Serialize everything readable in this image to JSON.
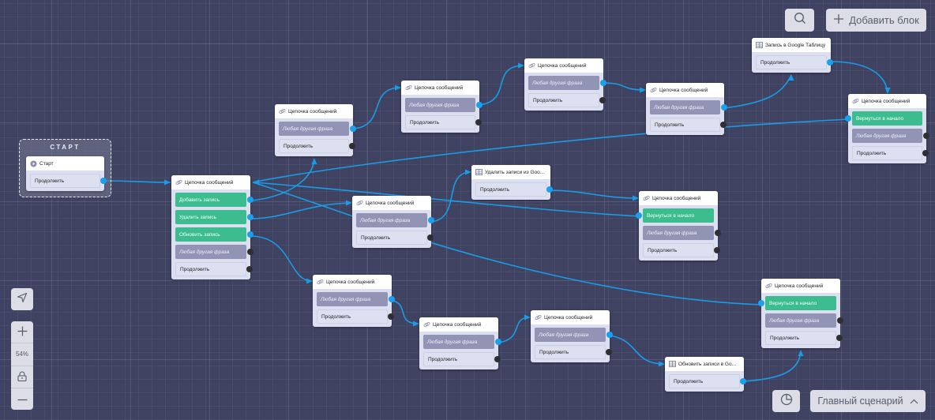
{
  "canvas": {
    "start_group": {
      "title": "СТАРТ",
      "node": {
        "title": "Старт",
        "icon": "play-icon",
        "buttons": [
          {
            "label": "Продолжить",
            "style": "plain",
            "connected": true
          }
        ]
      }
    },
    "nodes": [
      {
        "id": "main",
        "title": "Цепочка сообщений",
        "icon": "link-icon",
        "buttons": [
          {
            "label": "Добавить запись",
            "style": "green",
            "connected": true
          },
          {
            "label": "Удалить запись",
            "style": "green",
            "connected": true
          },
          {
            "label": "Обновить запись",
            "style": "green",
            "connected": true
          },
          {
            "label": "Любая другая фраза",
            "style": "gray",
            "connected": false
          },
          {
            "label": "Продолжить",
            "style": "plain",
            "connected": false
          }
        ]
      },
      {
        "id": "a1",
        "title": "Цепочка сообщений",
        "icon": "link-icon",
        "buttons": [
          {
            "label": "Любая другая фраза",
            "style": "gray",
            "connected": true
          },
          {
            "label": "Продолжить",
            "style": "plain",
            "connected": false
          }
        ]
      },
      {
        "id": "a2",
        "title": "Цепочка сообщений",
        "icon": "link-icon",
        "buttons": [
          {
            "label": "Любая другая фраза",
            "style": "gray",
            "connected": true
          },
          {
            "label": "Продолжить",
            "style": "plain",
            "connected": false
          }
        ]
      },
      {
        "id": "a3",
        "title": "Цепочка сообщений",
        "icon": "link-icon",
        "buttons": [
          {
            "label": "Любая другая фраза",
            "style": "gray",
            "connected": true
          },
          {
            "label": "Продолжить",
            "style": "plain",
            "connected": false
          }
        ]
      },
      {
        "id": "a4",
        "title": "Цепочка сообщений",
        "icon": "link-icon",
        "buttons": [
          {
            "label": "Любая другая фраза",
            "style": "gray",
            "connected": true
          },
          {
            "label": "Продолжить",
            "style": "plain",
            "connected": false
          }
        ]
      },
      {
        "id": "a5",
        "title": "Запись в Google Таблицу",
        "icon": "table-icon",
        "buttons": [
          {
            "label": "Продолжить",
            "style": "plain",
            "connected": true
          }
        ]
      },
      {
        "id": "a6",
        "title": "Цепочка сообщений",
        "icon": "link-icon",
        "buttons": [
          {
            "label": "Вернуться в начало",
            "style": "green",
            "connected": true
          },
          {
            "label": "Любая другая фраза",
            "style": "gray",
            "connected": false
          },
          {
            "label": "Продолжить",
            "style": "plain",
            "connected": false
          }
        ]
      },
      {
        "id": "b1",
        "title": "Цепочка сообщений",
        "icon": "link-icon",
        "buttons": [
          {
            "label": "Любая другая фраза",
            "style": "gray",
            "connected": true
          },
          {
            "label": "Продолжить",
            "style": "plain",
            "connected": false
          }
        ]
      },
      {
        "id": "b2",
        "title": "Удалить записи из Goo...",
        "icon": "table-icon",
        "buttons": [
          {
            "label": "Продолжить",
            "style": "plain",
            "connected": true
          }
        ]
      },
      {
        "id": "b3",
        "title": "Цепочка сообщений",
        "icon": "link-icon",
        "buttons": [
          {
            "label": "Вернуться в начало",
            "style": "green",
            "connected": true
          },
          {
            "label": "Любая другая фраза",
            "style": "gray",
            "connected": false
          },
          {
            "label": "Продолжить",
            "style": "plain",
            "connected": false
          }
        ]
      },
      {
        "id": "c1",
        "title": "Цепочка сообщений",
        "icon": "link-icon",
        "buttons": [
          {
            "label": "Любая другая фраза",
            "style": "gray",
            "connected": true
          },
          {
            "label": "Продолжить",
            "style": "plain",
            "connected": false
          }
        ]
      },
      {
        "id": "c2",
        "title": "Цепочка сообщений",
        "icon": "link-icon",
        "buttons": [
          {
            "label": "Любая другая фраза",
            "style": "gray",
            "connected": true
          },
          {
            "label": "Продолжить",
            "style": "plain",
            "connected": false
          }
        ]
      },
      {
        "id": "c3",
        "title": "Цепочка сообщений",
        "icon": "link-icon",
        "buttons": [
          {
            "label": "Любая другая фраза",
            "style": "gray",
            "connected": true
          },
          {
            "label": "Продолжить",
            "style": "plain",
            "connected": false
          }
        ]
      },
      {
        "id": "c4",
        "title": "Обновить записи в Go...",
        "icon": "table-icon",
        "buttons": [
          {
            "label": "Продолжить",
            "style": "plain",
            "connected": true
          }
        ]
      },
      {
        "id": "c5",
        "title": "Цепочка сообщений",
        "icon": "link-icon",
        "buttons": [
          {
            "label": "Вернуться в начало",
            "style": "green",
            "connected": true
          },
          {
            "label": "Любая другая фраза",
            "style": "gray",
            "connected": false
          },
          {
            "label": "Продолжить",
            "style": "plain",
            "connected": false
          }
        ]
      }
    ]
  },
  "toolbar": {
    "search_icon": "search-icon",
    "add_block_label": "Добавить блок",
    "locate_icon": "navigation-arrow-icon",
    "zoom_in_icon": "plus-icon",
    "zoom_level": "54%",
    "lock_icon": "lock-icon",
    "zoom_out_icon": "minus-icon",
    "stats_icon": "pie-chart-icon",
    "scenario_label": "Главный сценарий",
    "scenario_chevron": "chevron-up-icon"
  },
  "colors": {
    "background": "#3f4361",
    "wire": "#1a9be6",
    "green_button": "#3dbd8f",
    "gray_button": "#9194b4"
  }
}
